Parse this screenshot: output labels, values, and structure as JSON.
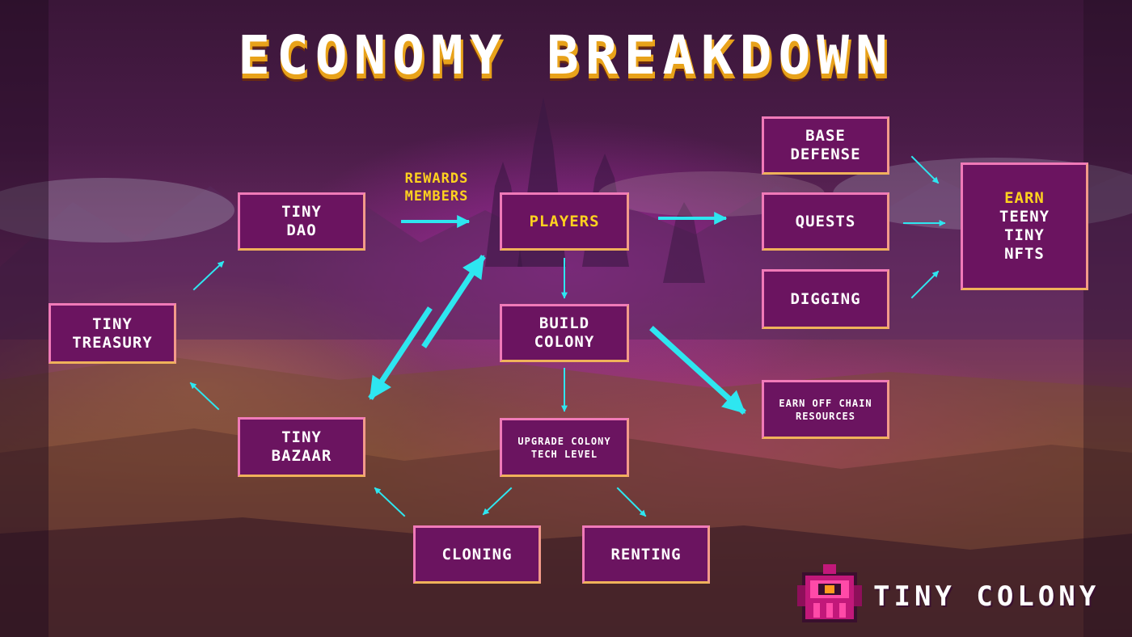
{
  "title": "ECONOMY BREAKDOWN",
  "nodes": {
    "tiny_dao": [
      "TINY",
      "DAO"
    ],
    "players": [
      "PLAYERS"
    ],
    "build_colony": [
      "BUILD",
      "COLONY"
    ],
    "upgrade": [
      "UPGRADE COLONY",
      "TECH LEVEL"
    ],
    "tiny_treasury": [
      "TINY",
      "TREASURY"
    ],
    "tiny_bazaar": [
      "TINY",
      "BAZAAR"
    ],
    "cloning": [
      "CLONING"
    ],
    "renting": [
      "RENTING"
    ],
    "base_defense": [
      "BASE",
      "DEFENSE"
    ],
    "quests": [
      "QUESTS"
    ],
    "digging": [
      "DIGGING"
    ],
    "earn_off_chain": [
      "EARN OFF CHAIN",
      "RESOURCES"
    ],
    "earn_nfts": [
      "EARN",
      "TEENY",
      "TINY",
      "NFTS"
    ]
  },
  "rewards_label": [
    "REWARDS",
    "MEMBERS"
  ],
  "brand": "TINY COLONY",
  "colors": {
    "node_fill": "#6b1460",
    "node_border": "#f07ab8",
    "arrow": "#2ee6f0",
    "highlight": "#ffd21f",
    "title_shadow": "#e8a21a"
  },
  "icons": {
    "logo": "robot-head-icon"
  }
}
